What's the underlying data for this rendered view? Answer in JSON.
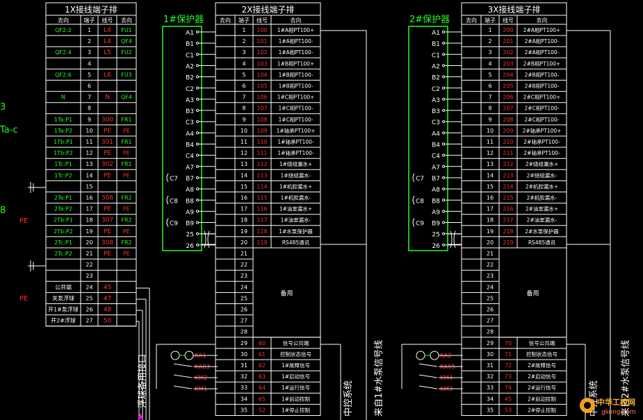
{
  "terminal_1x": {
    "title": "1X接线端子排",
    "headers": [
      "去向",
      "端子",
      "线号",
      "去向"
    ],
    "rows": [
      [
        "QF2:2",
        "1",
        "L4",
        "FU1"
      ],
      [
        "",
        "2",
        "L4",
        "QF4"
      ],
      [
        "QF2:4",
        "3",
        "L5",
        "FU2"
      ],
      [
        "",
        "4",
        "",
        ""
      ],
      [
        "QF2:6",
        "5",
        "L6",
        "FU3"
      ],
      [
        "",
        "6",
        "",
        ""
      ],
      [
        "N",
        "7",
        "N",
        "QF4"
      ],
      [
        "",
        "8",
        "",
        ""
      ],
      [
        "1Ta:P1",
        "9",
        "300",
        "FR1"
      ],
      [
        "1Ta:P2",
        "10",
        "PE",
        "PE"
      ],
      [
        "1Tb:P1",
        "11",
        "301",
        "FR1"
      ],
      [
        "1Tb:P2",
        "12",
        "PE",
        "PE"
      ],
      [
        "1Tc:P1",
        "13",
        "302",
        "FR1"
      ],
      [
        "1Tc:P2",
        "14",
        "PE",
        "PE"
      ],
      [
        "",
        "15",
        "",
        ""
      ],
      [
        "2Ta:P1",
        "16",
        "306",
        "FR2"
      ],
      [
        "2Ta:P2",
        "17",
        "PE",
        "PE"
      ],
      [
        "2Tb:P1",
        "18",
        "307",
        "FR2"
      ],
      [
        "2Tb:P2",
        "19",
        "PE",
        "PE"
      ],
      [
        "2Tc:P1",
        "20",
        "308",
        "FR2"
      ],
      [
        "2Tc:P2",
        "21",
        "PE",
        "PE"
      ],
      [
        "",
        "22",
        "",
        ""
      ],
      [
        "",
        "23",
        "",
        ""
      ],
      [
        "公共端",
        "24",
        "45",
        ""
      ],
      [
        "关泵浮球",
        "25",
        "47",
        ""
      ],
      [
        "开1#泵浮球",
        "26",
        "48",
        ""
      ],
      [
        "开2#浮球",
        "27",
        "50",
        ""
      ]
    ]
  },
  "terminal_2x": {
    "title": "2X接线端子排",
    "headers": [
      "去向",
      "端子",
      "线号",
      "去向"
    ],
    "rows": [
      [
        "",
        "1",
        "100",
        "1#A相PT100+"
      ],
      [
        "",
        "2",
        "101",
        "1#A相PT100-"
      ],
      [
        "",
        "3",
        "102",
        "1#A相PT100-"
      ],
      [
        "",
        "4",
        "103",
        "1#B相PT100+"
      ],
      [
        "",
        "5",
        "104",
        "1#B相PT100-"
      ],
      [
        "",
        "6",
        "105",
        "1#B相PT100-"
      ],
      [
        "",
        "7",
        "106",
        "1#C相PT100+"
      ],
      [
        "",
        "8",
        "107",
        "1#C相PT100-"
      ],
      [
        "",
        "9",
        "108",
        "1#C相PT100-"
      ],
      [
        "",
        "10",
        "109",
        "1#轴承PT100+"
      ],
      [
        "",
        "11",
        "110",
        "1#轴承PT100-"
      ],
      [
        "",
        "12",
        "111",
        "1#轴承PT100-"
      ],
      [
        "",
        "13",
        "112",
        "1#绕组漏水+"
      ],
      [
        "",
        "14",
        "113",
        "1#绕组漏水-"
      ],
      [
        "",
        "15",
        "114",
        "1#机腔漏水+"
      ],
      [
        "",
        "16",
        "115",
        "1#机腔漏水-"
      ],
      [
        "",
        "17",
        "116",
        "1#油室漏水+"
      ],
      [
        "",
        "18",
        "117",
        "1#油室漏水-"
      ],
      [
        "",
        "19",
        "118",
        "1#水泵保护器"
      ],
      [
        "",
        "20",
        "119",
        "RS485通讯"
      ],
      [
        "",
        "21",
        "",
        ""
      ],
      [
        "",
        "22",
        "",
        ""
      ],
      [
        "",
        "23",
        "",
        ""
      ],
      [
        "",
        "24",
        "",
        ""
      ],
      [
        "",
        "25",
        "",
        ""
      ],
      [
        "",
        "26",
        "",
        ""
      ],
      [
        "",
        "27",
        "",
        ""
      ],
      [
        "",
        "28",
        "",
        ""
      ],
      [
        "",
        "29",
        "60",
        "信号公共端"
      ],
      [
        "",
        "30",
        "61",
        "控制状态信号"
      ],
      [
        "",
        "31",
        "62",
        "1#故障信号"
      ],
      [
        "",
        "32",
        "63",
        "1#启动信号"
      ],
      [
        "",
        "33",
        "64",
        "1#运行信号"
      ],
      [
        "",
        "34",
        "65",
        "1#启动控制"
      ],
      [
        "",
        "35",
        "52",
        "1#停止控制"
      ]
    ],
    "spare_label": "备用",
    "vertical_label_right": "来自1#水泵信号线",
    "vertical_label_left": "中控系统"
  },
  "terminal_3x": {
    "title": "3X接线端子排",
    "headers": [
      "去向",
      "端子",
      "线号",
      "去向"
    ],
    "rows": [
      [
        "",
        "1",
        "200",
        "2#A相PT100+"
      ],
      [
        "",
        "2",
        "201",
        "2#A相PT100-"
      ],
      [
        "",
        "3",
        "202",
        "2#A相PT100-"
      ],
      [
        "",
        "4",
        "203",
        "2#B相PT100+"
      ],
      [
        "",
        "5",
        "204",
        "2#B相PT100-"
      ],
      [
        "",
        "6",
        "205",
        "2#B相PT100-"
      ],
      [
        "",
        "7",
        "206",
        "2#C相PT100+"
      ],
      [
        "",
        "8",
        "207",
        "2#C相PT100-"
      ],
      [
        "",
        "9",
        "208",
        "2#C相PT100-"
      ],
      [
        "",
        "10",
        "209",
        "2#轴承PT100+"
      ],
      [
        "",
        "11",
        "210",
        "2#轴承PT100-"
      ],
      [
        "",
        "12",
        "211",
        "2#轴承PT100-"
      ],
      [
        "",
        "13",
        "212",
        "2#绕组漏水+"
      ],
      [
        "",
        "14",
        "213",
        "2#绕组漏水-"
      ],
      [
        "",
        "15",
        "214",
        "2#机腔漏水+"
      ],
      [
        "",
        "16",
        "215",
        "2#机腔漏水-"
      ],
      [
        "",
        "17",
        "216",
        "2#油室漏水+"
      ],
      [
        "",
        "18",
        "217",
        "2#油室漏水-"
      ],
      [
        "",
        "19",
        "218",
        "2#水泵保护器"
      ],
      [
        "",
        "20",
        "219",
        "RS485通讯"
      ],
      [
        "",
        "21",
        "",
        ""
      ],
      [
        "",
        "22",
        "",
        ""
      ],
      [
        "",
        "23",
        "",
        ""
      ],
      [
        "",
        "24",
        "",
        ""
      ],
      [
        "",
        "25",
        "",
        ""
      ],
      [
        "",
        "26",
        "",
        ""
      ],
      [
        "",
        "27",
        "",
        ""
      ],
      [
        "",
        "28",
        "",
        ""
      ],
      [
        "",
        "29",
        "70",
        "信号公共端"
      ],
      [
        "",
        "30",
        "71",
        "控制状态信号"
      ],
      [
        "",
        "31",
        "72",
        "2#故障信号"
      ],
      [
        "",
        "32",
        "73",
        "2#启动信号"
      ],
      [
        "",
        "33",
        "74",
        "2#运行信号"
      ],
      [
        "",
        "34",
        "45",
        "2#启动控制"
      ],
      [
        "",
        "35",
        "53",
        "2#停止控制"
      ]
    ],
    "spare_label": "备用",
    "vertical_label_right": "来自2#水泵信号线",
    "vertical_label_left": "中控系统"
  },
  "protector_1": {
    "title": "1#保护器",
    "pins": [
      "A1",
      "B1",
      "C1",
      "A2",
      "B2",
      "C2",
      "A3",
      "B3",
      "C3",
      "A4",
      "B4",
      "C4",
      "A7",
      "B7",
      "A8",
      "B8",
      "A9",
      "B9",
      "25",
      "26"
    ],
    "cap_labels": [
      "C7",
      "C8",
      "C9"
    ],
    "relay_labels": [
      "KA1",
      "KA03",
      "KM2",
      "KM1"
    ]
  },
  "protector_2": {
    "title": "2#保护器",
    "pins": [
      "A1",
      "B1",
      "C1",
      "A2",
      "B2",
      "C2",
      "A3",
      "B3",
      "C3",
      "A4",
      "B4",
      "C4",
      "A7",
      "B7",
      "A8",
      "B8",
      "A9",
      "B9",
      "25",
      "26"
    ],
    "cap_labels": [
      "C7",
      "C8",
      "C9"
    ],
    "relay_labels": [
      "KA2",
      "KA05",
      "KM4",
      "KM3"
    ]
  },
  "left_edge": {
    "label_3": "3",
    "label_tac": "Ta-c",
    "label_8": "8",
    "pe_1": "PE",
    "pe_2": "PE"
  },
  "float_label": "浮球备用接口",
  "watermark": {
    "brand": "中华工控网",
    "url": "gkong.com"
  },
  "colors": {
    "background": "#000000",
    "line": "#ffffff",
    "red": "#ff3030",
    "green": "#22ff22"
  }
}
